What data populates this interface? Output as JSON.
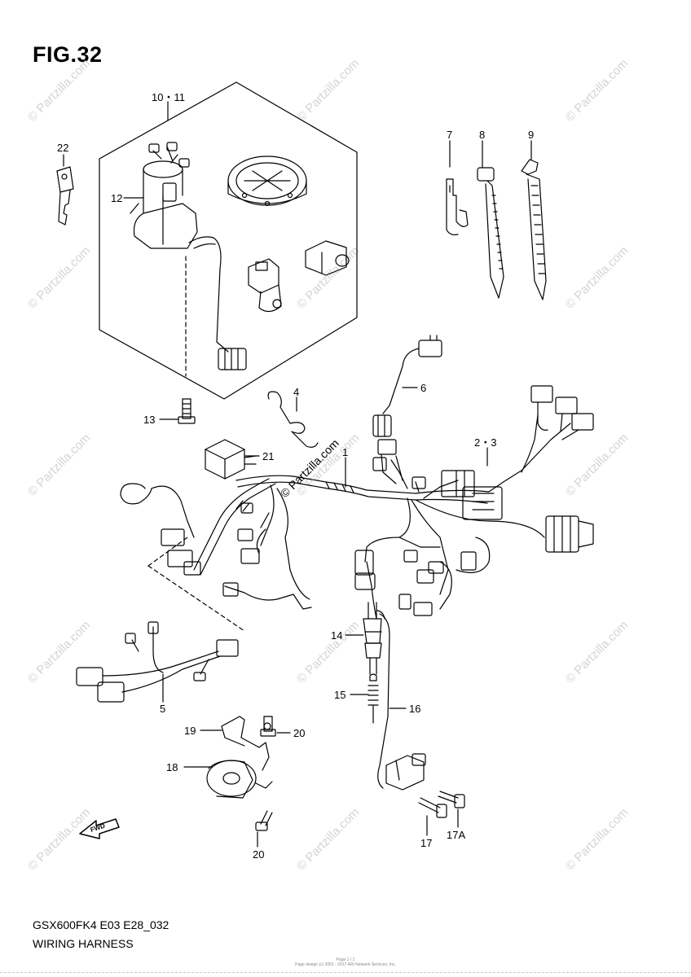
{
  "figure": {
    "title": "FIG.32"
  },
  "watermark": {
    "text": "© Partzilla.com"
  },
  "callouts": {
    "c10_11": "10・11",
    "c12": "12",
    "c13": "13",
    "c22": "22",
    "c7": "7",
    "c8": "8",
    "c9": "9",
    "c4": "4",
    "c6": "6",
    "c21": "21",
    "c1": "1",
    "c2_3": "2・3",
    "c5": "5",
    "c14": "14",
    "c15": "15",
    "c16": "16",
    "c19": "19",
    "c20a": "20",
    "c18": "18",
    "c20b": "20",
    "c17": "17",
    "c17a": "17A",
    "fwd": "FWD"
  },
  "footer": {
    "model": "GSX600FK4 E03 E28_032",
    "section": "WIRING HARNESS",
    "copyright_1": "Page 1 / 1",
    "copyright_2": "Page design (c) 2001 - 2017 ARI Network Services, Inc."
  }
}
